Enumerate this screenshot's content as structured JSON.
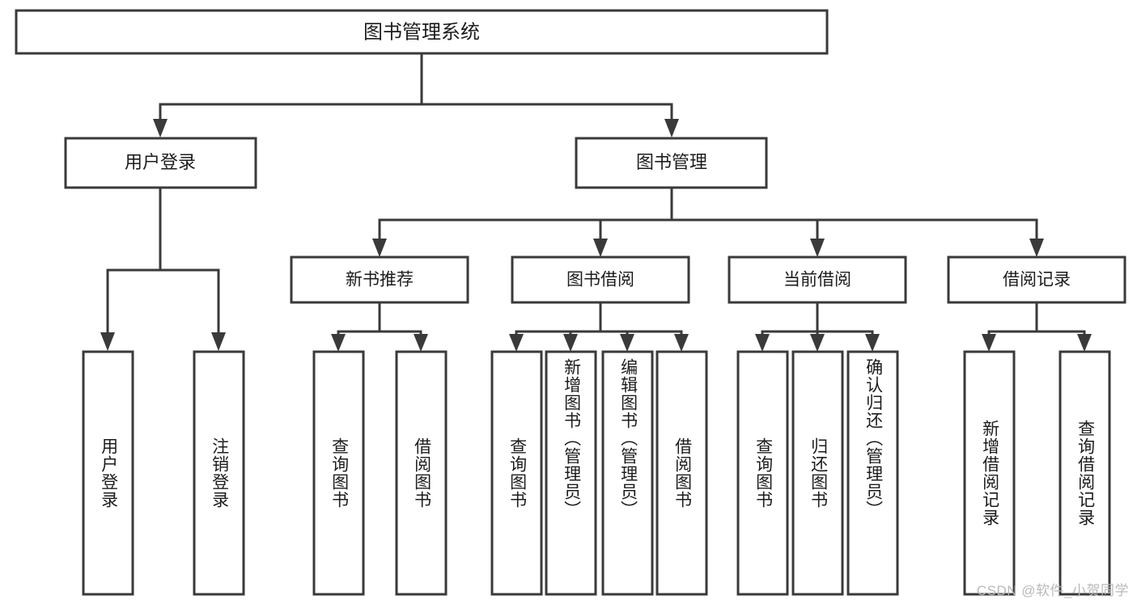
{
  "diagram": {
    "type": "tree-hierarchy-chart",
    "title_node": {
      "id": "root",
      "label": "图书管理系统"
    },
    "level2": [
      {
        "id": "user-login",
        "label": "用户登录"
      },
      {
        "id": "book-manage",
        "label": "图书管理"
      }
    ],
    "level3": [
      {
        "id": "new-book-recommend",
        "label": "新书推荐",
        "parent": "book-manage"
      },
      {
        "id": "book-borrow",
        "label": "图书借阅",
        "parent": "book-manage"
      },
      {
        "id": "current-borrow",
        "label": "当前借阅",
        "parent": "book-manage"
      },
      {
        "id": "borrow-record",
        "label": "借阅记录",
        "parent": "book-manage"
      }
    ],
    "leaves": [
      {
        "id": "leaf-user-login",
        "label": "用户登录",
        "parent": "user-login"
      },
      {
        "id": "leaf-logout-login",
        "label": "注销登录",
        "parent": "user-login"
      },
      {
        "id": "leaf-query-book-1",
        "label": "查询图书",
        "parent": "new-book-recommend"
      },
      {
        "id": "leaf-borrow-book-1",
        "label": "借阅图书",
        "parent": "new-book-recommend"
      },
      {
        "id": "leaf-query-book-2",
        "label": "查询图书",
        "parent": "book-borrow"
      },
      {
        "id": "leaf-add-book",
        "label": "新增图书（管理员）",
        "parent": "book-borrow"
      },
      {
        "id": "leaf-edit-book",
        "label": "编辑图书（管理员）",
        "parent": "book-borrow"
      },
      {
        "id": "leaf-borrow-book-2",
        "label": "借阅图书",
        "parent": "book-borrow"
      },
      {
        "id": "leaf-query-book-3",
        "label": "查询图书",
        "parent": "current-borrow"
      },
      {
        "id": "leaf-return-book",
        "label": "归还图书",
        "parent": "current-borrow"
      },
      {
        "id": "leaf-confirm-return",
        "label": "确认归还（管理员）",
        "parent": "current-borrow"
      },
      {
        "id": "leaf-add-record",
        "label": "新增借阅记录",
        "parent": "borrow-record"
      },
      {
        "id": "leaf-query-record",
        "label": "查询借阅记录",
        "parent": "borrow-record"
      }
    ]
  },
  "colors": {
    "box_stroke": "#3a3a3a",
    "box_fill": "#ffffff",
    "text": "#1c1c1c",
    "watermark": "#b9b9b9",
    "background": "#ffffff"
  },
  "watermark": {
    "text": "CSDN @软件_小贺同学"
  }
}
